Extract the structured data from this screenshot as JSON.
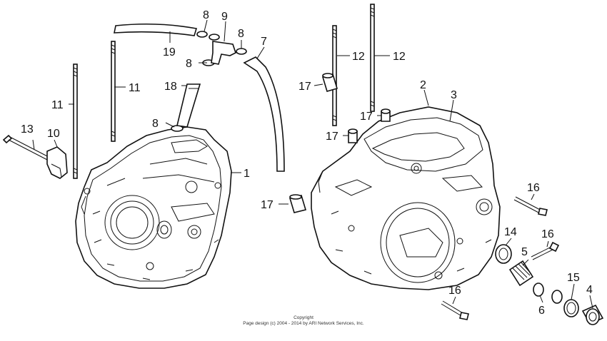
{
  "diagram": {
    "callouts": [
      {
        "id": "c1",
        "label": "1"
      },
      {
        "id": "c2",
        "label": "2"
      },
      {
        "id": "c3",
        "label": "3"
      },
      {
        "id": "c4",
        "label": "4"
      },
      {
        "id": "c5",
        "label": "5"
      },
      {
        "id": "c6",
        "label": "6"
      },
      {
        "id": "c7",
        "label": "7"
      },
      {
        "id": "c8a",
        "label": "8"
      },
      {
        "id": "c8b",
        "label": "8"
      },
      {
        "id": "c8c",
        "label": "8"
      },
      {
        "id": "c8d",
        "label": "8"
      },
      {
        "id": "c9",
        "label": "9"
      },
      {
        "id": "c10",
        "label": "10"
      },
      {
        "id": "c11a",
        "label": "11"
      },
      {
        "id": "c11b",
        "label": "11"
      },
      {
        "id": "c12a",
        "label": "12"
      },
      {
        "id": "c12b",
        "label": "12"
      },
      {
        "id": "c13",
        "label": "13"
      },
      {
        "id": "c14",
        "label": "14"
      },
      {
        "id": "c15",
        "label": "15"
      },
      {
        "id": "c16a",
        "label": "16"
      },
      {
        "id": "c16b",
        "label": "16"
      },
      {
        "id": "c16c",
        "label": "16"
      },
      {
        "id": "c17a",
        "label": "17"
      },
      {
        "id": "c17b",
        "label": "17"
      },
      {
        "id": "c17c",
        "label": "17"
      },
      {
        "id": "c17d",
        "label": "17"
      },
      {
        "id": "c18",
        "label": "18"
      },
      {
        "id": "c19",
        "label": "19"
      }
    ]
  },
  "footer": {
    "line1": "Copyright",
    "line2": "Page design (c) 2004 - 2014 by ARI Network Services, Inc."
  }
}
